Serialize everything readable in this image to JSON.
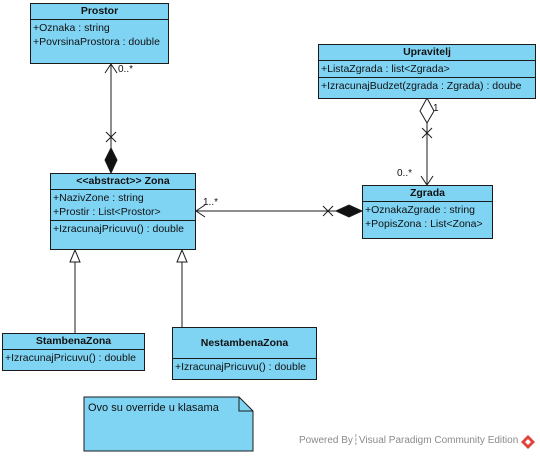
{
  "classes": {
    "prostor": {
      "name": "Prostor",
      "attributes": [
        "+Oznaka : string",
        "+PovrsinaProstora : double"
      ]
    },
    "upravitelj": {
      "name": "Upravitelj",
      "attributes": [
        "+ListaZgrada : list<Zgrada>"
      ],
      "operations": [
        "+IzracunajBudzet(zgrada : Zgrada) : doube"
      ]
    },
    "zona": {
      "name": "<<abstract>> Zona",
      "attributes": [
        "+NazivZone : string",
        "+Prostir : List<Prostor>"
      ],
      "operations": [
        "+IzracunajPricuvu() : double"
      ]
    },
    "zgrada": {
      "name": "Zgrada",
      "attributes": [
        "+OznakaZgrade : string",
        "+PopisZona : List<Zona>"
      ]
    },
    "stambena": {
      "name": "StambenaZona",
      "operations": [
        "+IzracunajPricuvu() : double"
      ]
    },
    "nestambena": {
      "name": "NestambenaZona",
      "operations": [
        "+IzracunajPricuvu() : double"
      ]
    }
  },
  "multiplicities": {
    "prostor_zona": "0..*",
    "upravitelj_zgrada_top": "1",
    "upravitelj_zgrada_bottom": "0..*",
    "zona_zgrada": "1..*"
  },
  "note": "Ovo su override u klasama",
  "footer": "Powered By┆Visual Paradigm Community Edition",
  "colors": {
    "class_fill": "#7fd4f4",
    "border": "#1b1b1b",
    "footer_text": "#8a8a8a",
    "logo": "#e0423a"
  }
}
